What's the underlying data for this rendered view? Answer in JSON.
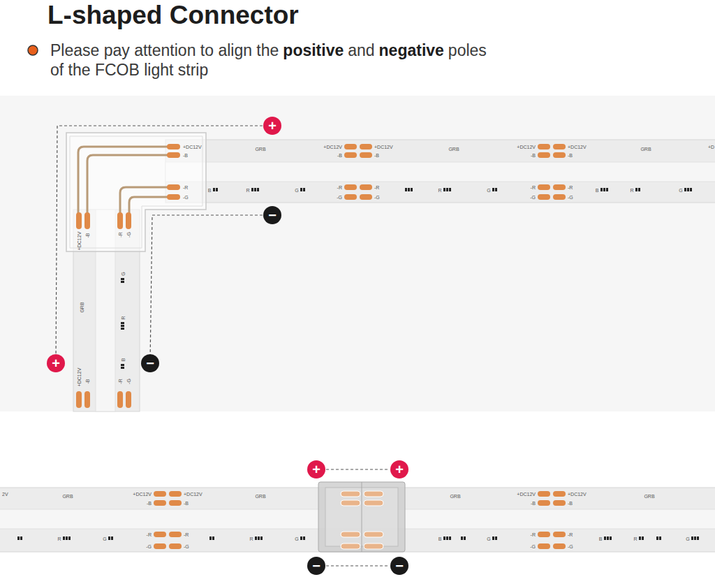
{
  "diagram": {
    "title": "L-shaped Connector",
    "nodes": [
      {
        "text": [
          "+"
        ]
      },
      {
        "text": [
          "+"
        ]
      },
      {
        "text": [
          "−"
        ]
      },
      {
        "text": [
          "−"
        ]
      },
      {
        "text": [
          "+"
        ]
      },
      {
        "text": [
          "+"
        ]
      },
      {
        "text": [
          "−"
        ]
      },
      {
        "text": [
          "−"
        ]
      }
    ],
    "edges": [
      {
        "from": 0,
        "to": 1,
        "arrow": "none"
      },
      {
        "from": 2,
        "to": 3,
        "arrow": "none"
      },
      {
        "from": 4,
        "to": 5,
        "arrow": "none"
      },
      {
        "from": 6,
        "to": 7,
        "arrow": "none"
      }
    ],
    "labels": [
      "Please pay attention to align the",
      "positive",
      "and",
      "negative",
      "poles",
      "of the FCOB light strip",
      "+DC12V",
      "-B",
      "-R",
      "-G",
      "+DC12V",
      "+DC12V",
      "-B",
      "-B",
      "-R",
      "-R",
      "-G",
      "-G",
      "+DC12V",
      "+DC12V",
      "-B",
      "-B",
      "-R",
      "-R",
      "-G",
      "-G",
      "+D",
      "GRB",
      "GRB",
      "GRB",
      "B",
      "R",
      "G",
      "R",
      "G",
      "B",
      "R",
      "G",
      "+DC12V",
      "-B",
      "-R",
      "-G",
      "GRB",
      "G",
      "R",
      "B",
      "+DC12V",
      "-B",
      "-R",
      "-G",
      "2V",
      "GRB",
      "GRB",
      "GRB",
      "GRB",
      "+DC12V",
      "+DC12V",
      "-B",
      "-B",
      "-R",
      "-R",
      "-G",
      "-G",
      "+DC12V",
      "+DC12V",
      "-B",
      "-B",
      "-R",
      "-R",
      "-G",
      "-G",
      "R",
      "G",
      "R",
      "G",
      "B",
      "G",
      "B",
      "R",
      "G"
    ]
  }
}
